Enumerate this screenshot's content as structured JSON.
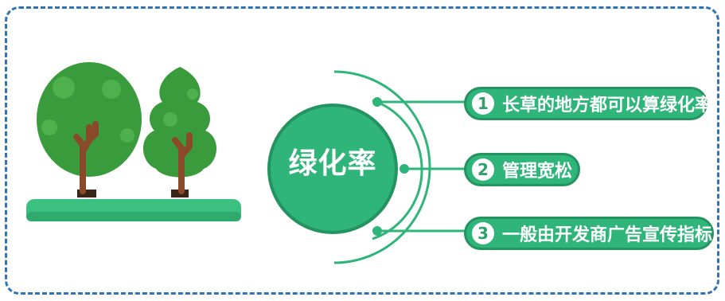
{
  "diagram": {
    "center": {
      "label": "绿化率"
    },
    "items": [
      {
        "number": "1",
        "text": "长草的地方都可以算绿化率"
      },
      {
        "number": "2",
        "text": "管理宽松"
      },
      {
        "number": "3",
        "text": "一般由开发商广告宣传指标"
      }
    ]
  },
  "colors": {
    "border": "#2f73b7",
    "green": "#2fb57a",
    "dark_green": "#23935f",
    "tree": "#3a9b3c",
    "trunk": "#8a4a2a"
  },
  "icons": [
    "round-tree-icon",
    "pine-tree-icon",
    "grass-ground"
  ]
}
